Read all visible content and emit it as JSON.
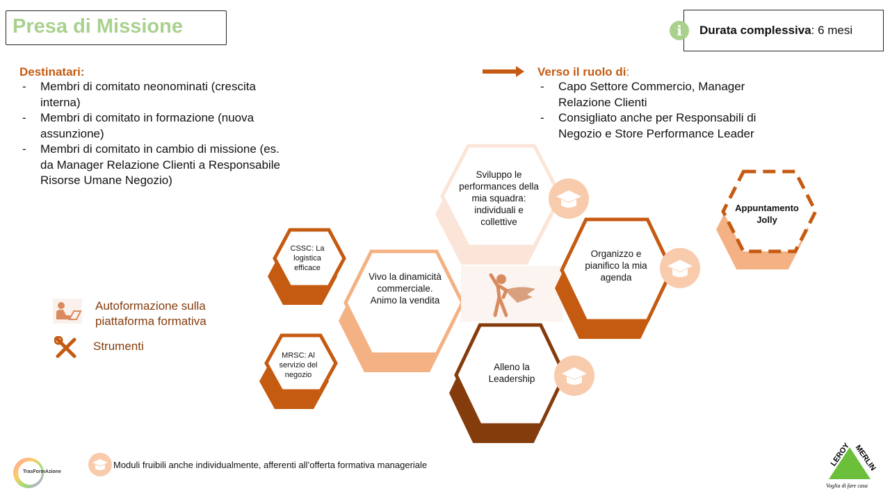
{
  "header": {
    "title": "Presa di Missione",
    "duration_label": "Durata complessiva",
    "duration_value": ": 6 mesi",
    "info_icon": "i"
  },
  "destinatari": {
    "heading": "Destinatari:",
    "items": [
      "Membri di comitato neonominati (crescita interna)",
      "Membri di comitato in formazione (nuova assunzione)",
      "Membri di comitato in cambio di missione (es. da Manager Relazione Clienti a Responsabile Risorse Umane Negozio)"
    ]
  },
  "ruolo": {
    "heading": "Verso il ruolo di",
    "colon": ":",
    "items": [
      "Capo Settore Commercio, Manager Relazione Clienti",
      "Consigliato anche per Responsabili di Negozio  e Store Performance Leader"
    ]
  },
  "modules": {
    "sviluppo": "Sviluppo le performances della mia squadra: individuali e collettive",
    "organizzo": "Organizzo e pianifico la mia agenda",
    "alleno": "Alleno la Leadership",
    "vivo": "Vivo la dinamicità commerciale. Animo la vendita",
    "cssc": "CSSC: La logistica efficace",
    "mrsc": "MRSC: Al servizio del negozio",
    "jolly": "Appuntamento Jolly"
  },
  "legend": {
    "autoformazione": "Autoformazione sulla piattaforma formativa",
    "strumenti": "Strumenti"
  },
  "footer": {
    "note": "Moduli fruibili anche individualmente, afferenti all’offerta formativa manageriale",
    "logo_left": "TrasFormAzione",
    "logo_right": "LEROY MERLIN",
    "logo_right_tagline": "Voglia di fare casa"
  },
  "colors": {
    "green": "#a9d18e",
    "orange": "#c55a11",
    "brown": "#843c0c",
    "peach": "#f4b183",
    "light": "#f8cbad"
  }
}
